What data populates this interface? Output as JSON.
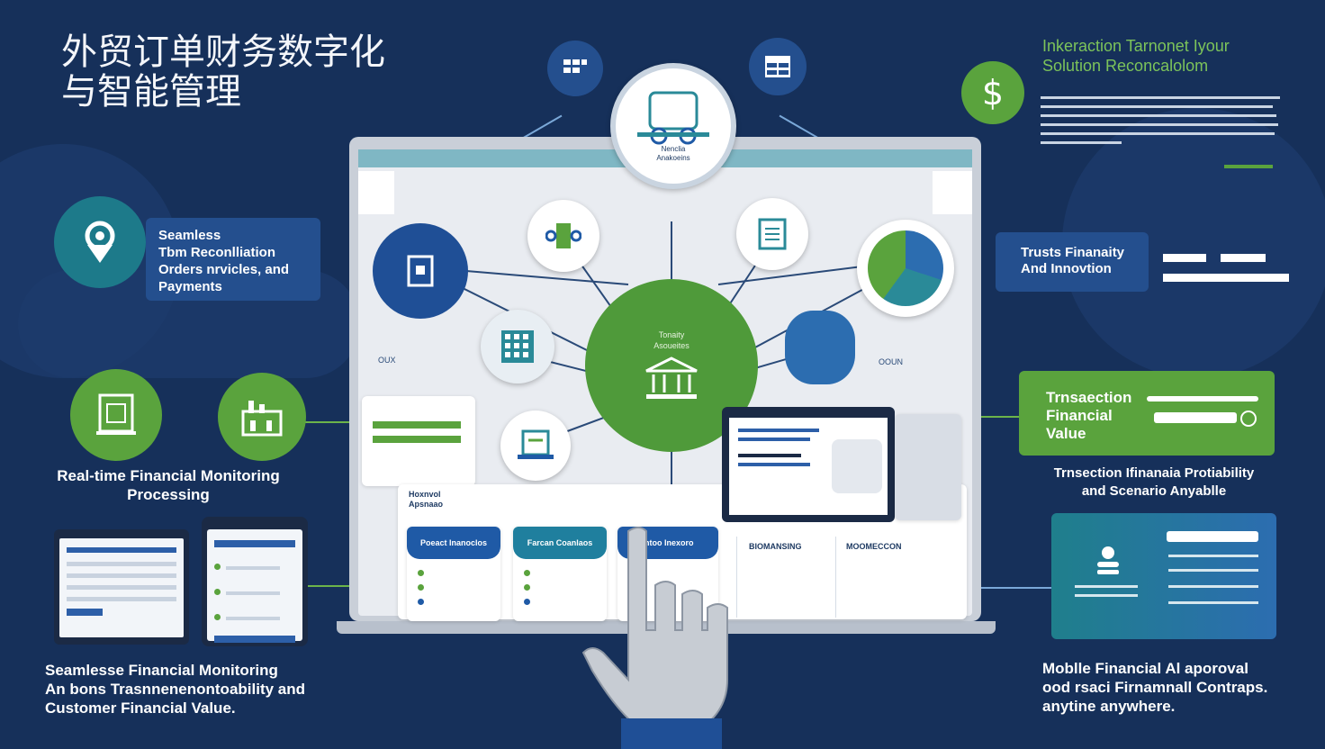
{
  "title_line1": "外贸订单财务数字化",
  "title_line2": "与智能管理",
  "top_right": {
    "heading_line1": "Inkeraction Tarnonet Iyour",
    "heading_line2": "Solution Reconcalolom"
  },
  "left_box": {
    "line1": "Seamless",
    "line2": "Tbm Reconlliation",
    "line3": "Orders nrvicles, and",
    "line4": "Payments"
  },
  "left_caption": {
    "line1": "Real-time Financial Monitoring",
    "line2": "Processing"
  },
  "bottom_left_caption": {
    "line1": "Seamlesse Financial Monitoring",
    "line2": "An bons Trasnnenenontoability and",
    "line3": "Customer Financial Value."
  },
  "right_box": {
    "line1": "Trusts Finanaity",
    "line2": "And Innovtion"
  },
  "right_green": {
    "line1": "Trnsaection",
    "line2": "Financial",
    "line3": "Value"
  },
  "right_caption": {
    "line1": "Trnsection Ifinanaia Protiability",
    "line2": "and Scenario Anyablle"
  },
  "bottom_right_caption": {
    "line1": "Moblle Financial Al aporoval",
    "line2": "ood rsaci Firnamnall Contraps.",
    "line3": "anytine anywhere."
  },
  "center_hub": {
    "label_line1": "Tonaity",
    "label_line2": "Asoueites"
  },
  "top_node_label": {
    "line1": "Nenclia",
    "line2": "Anakoeins"
  },
  "screen_labels": {
    "left_mid": "OUX",
    "right_mid": "OOUN",
    "bottom_panel_line1": "Hoxnvol",
    "bottom_panel_line2": "Apsnaao"
  },
  "cards": [
    {
      "header": "Poeact Inanoclos"
    },
    {
      "header": "Farcan Coanlaos"
    },
    {
      "header": "Intoo Inexoro"
    }
  ],
  "right_table_headers": [
    "BIOMANSING",
    "MOOMECCON"
  ],
  "colors": {
    "background": "#16305a",
    "accent_green": "#5aa33d",
    "accent_blue": "#1f5aa6",
    "accent_teal": "#1f7f8c"
  },
  "icons": [
    "location-pin-icon",
    "dollar-icon",
    "bank-icon",
    "document-icon",
    "factory-icon",
    "chart-icon",
    "user-icon",
    "hand-pointer-icon"
  ]
}
